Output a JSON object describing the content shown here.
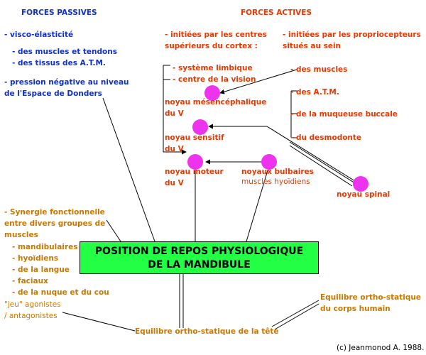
{
  "passive": {
    "heading": "FORCES PASSIVES",
    "visco": "- visco-élasticité",
    "muscles_tendons": "- des muscles et tendons",
    "tissus_atm": "- des tissus des A.T.M.",
    "pression_1": "- pression négative au niveau",
    "pression_2": "de l'Espace de Donders"
  },
  "active": {
    "heading": "FORCES ACTIVES",
    "centres_1": "- initiées par les centres",
    "centres_2": "supérieurs du cortex :",
    "proprio_1": "- initiées par les propriocepteurs",
    "proprio_2": "situés au sein",
    "limbique": "- système limbique",
    "vision": "- centre de la vision",
    "muscles": "- des muscles",
    "atm": "- des A.T.M.",
    "muqueuse": "- de la muqueuse buccale",
    "desmodonte": "- du desmodonte"
  },
  "nodes": {
    "mesencephalique_1": "noyau mésencéphalique",
    "mesencephalique_2": "du V",
    "sensitif_1": "noyau sensitif",
    "sensitif_2": "du V",
    "moteur_1": "noyau moteur",
    "moteur_2": "du V",
    "bulbaires_1": "noyaux bulbaires",
    "bulbaires_2": "muscles hyoïdiens",
    "spinal": "noyau spinal"
  },
  "synergy": {
    "line1": "- Synergie fonctionnelle",
    "line2": "entre divers groupes de",
    "line3": "muscles",
    "items": [
      "- mandibulaires",
      "- hyoïdiens",
      "- de la langue",
      "- faciaux",
      "- de la nuque et du cou"
    ],
    "jeu_1": "\"jeu\" agonistes",
    "jeu_2": "/ antagonistes"
  },
  "center": {
    "line1": "POSITION DE REPOS PHYSIOLOGIQUE",
    "line2": "DE LA MANDIBULE"
  },
  "equilibre": {
    "corps_1": "Equilibre ortho-statique",
    "corps_2": "du corps humain",
    "tete": "Equilibre ortho-statique de la tête"
  },
  "copyright": "(c) Jeanmonod A. 1988.",
  "colors": {
    "passive": "#1030c8",
    "active": "#e83800",
    "other": "#c87800",
    "node": "#ee33ee",
    "center_box": "#22ff44"
  }
}
